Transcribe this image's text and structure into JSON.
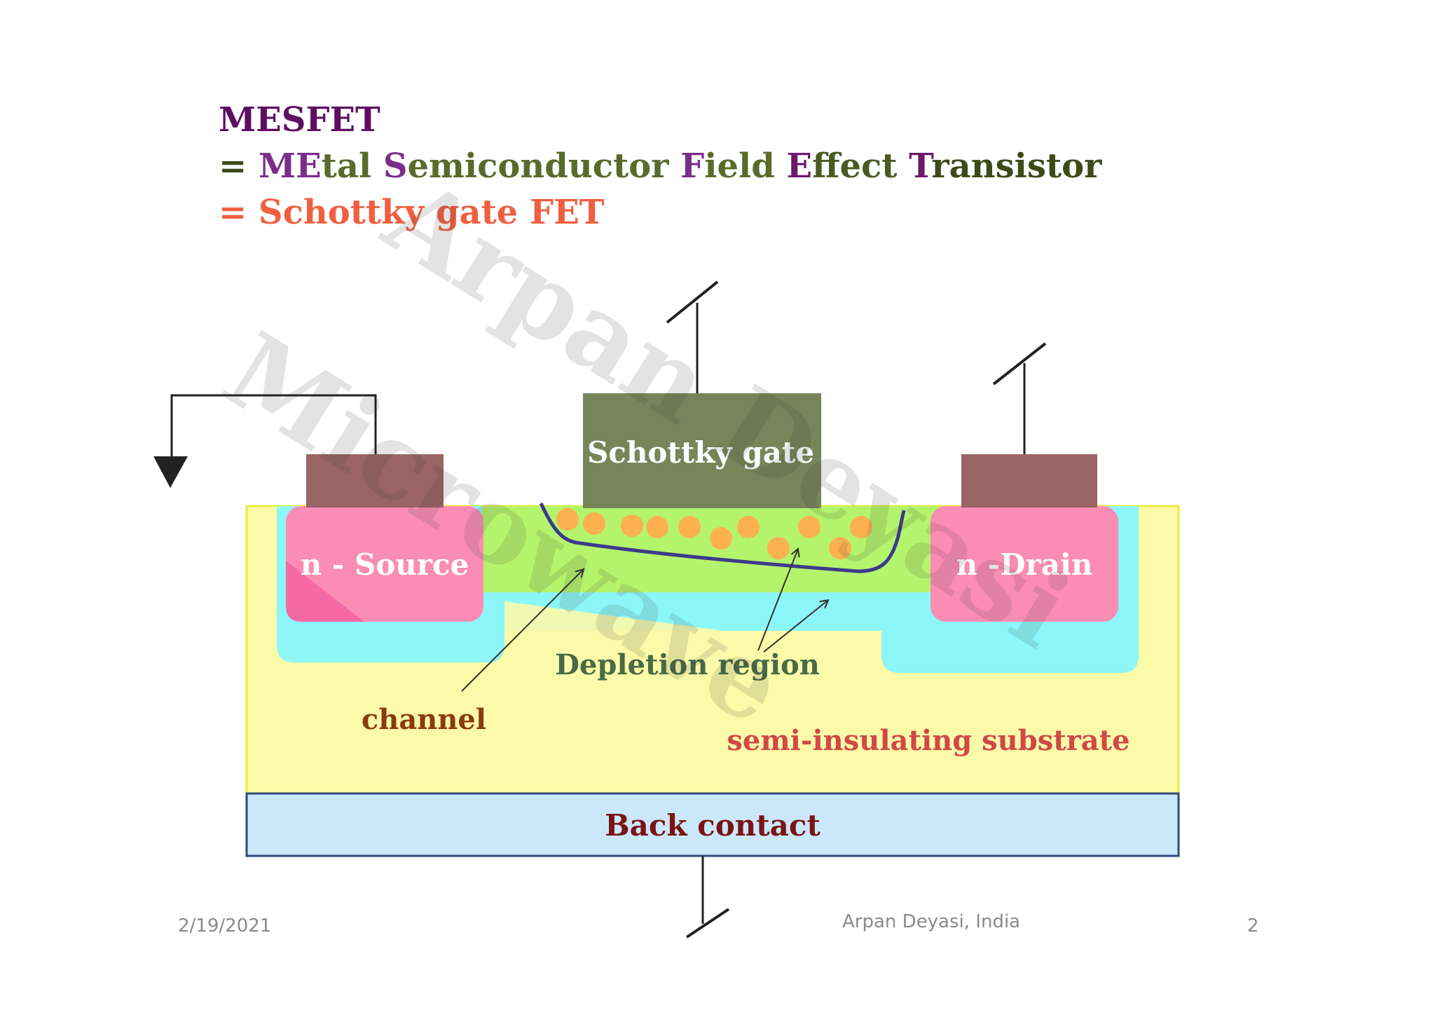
{
  "title": {
    "line1": "MESFET",
    "line2": {
      "prefix": "= ",
      "segments": [
        {
          "text": "ME",
          "color": "#7a2e8a"
        },
        {
          "text": "tal ",
          "color": "#5a6a2a"
        },
        {
          "text": "S",
          "color": "#7a2e8a"
        },
        {
          "text": "emiconductor ",
          "color": "#5a6a2a"
        },
        {
          "text": "F",
          "color": "#7a2e8a"
        },
        {
          "text": "ield ",
          "color": "#5a6a2a"
        },
        {
          "text": "E",
          "color": "#6a1a6a"
        },
        {
          "text": "ffect ",
          "color": "#4a5a22"
        },
        {
          "text": "T",
          "color": "#6a1a6a"
        },
        {
          "text": "ransistor",
          "color": "#3e4a1a"
        }
      ]
    },
    "line3": "= Schottky gate FET"
  },
  "diagram": {
    "gate_label": "Schottky gate",
    "source_label": "n - Source",
    "drain_label": "n -Drain",
    "depletion_label": "Depletion region",
    "channel_label": "channel",
    "substrate_label": "semi-insulating substrate",
    "back_contact_label": "Back contact"
  },
  "watermark": {
    "line1": "Arpan Deyasi",
    "line2": "Microwave"
  },
  "footer": {
    "date": "2/19/2021",
    "author": "Arpan Deyasi, India",
    "page": "2"
  },
  "colors": {
    "title_purple": "#5e0e62",
    "title_orange": "#f06040",
    "gate": "#78845a",
    "contact_metal": "#9a6464",
    "n_region": "#fb8cb4",
    "channel_cyan": "#8cf6f8",
    "depletion_green": "#b4f46c",
    "substrate": "#fbfaa8",
    "back_contact": "#cbe8fa",
    "electron_dot": "#fdb050"
  }
}
